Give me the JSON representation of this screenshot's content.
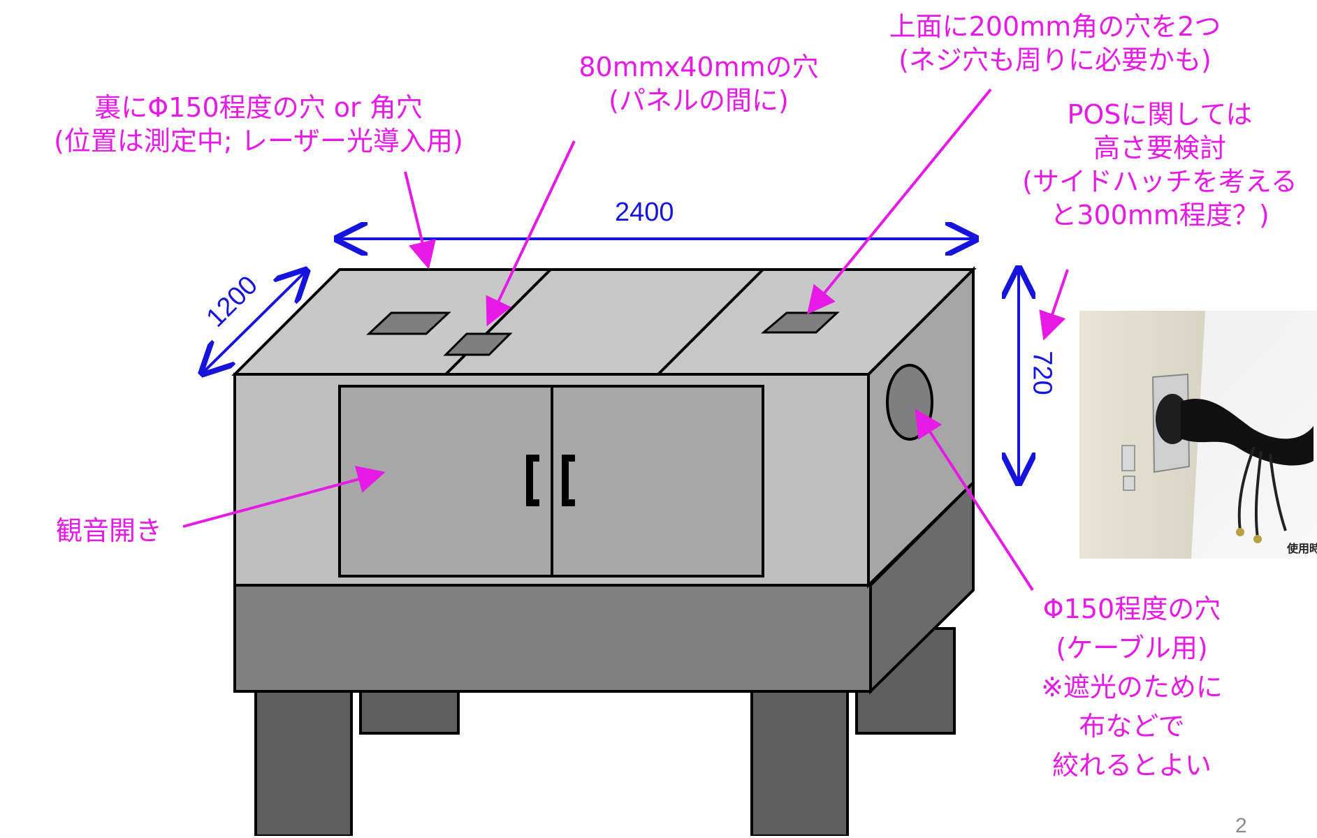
{
  "labels": {
    "back_hole": [
      "裏にΦ150程度の穴 or 角穴",
      "(位置は測定中; レーザー光導入用)"
    ],
    "panel_hole": [
      "80mmx40mmの穴",
      "(パネルの間に)"
    ],
    "top_holes": [
      "上面に200mm角の穴を2つ",
      "(ネジ穴も周りに必要かも)"
    ],
    "pos_note": [
      "POSに関しては",
      "高さ要検討",
      "(サイドハッチを考える",
      "と300mm程度？)"
    ],
    "doors": "観音開き",
    "side_hole": [
      "Φ150程度の穴",
      "(ケーブル用)",
      "※遮光のために",
      "布などで",
      "絞れるとよい"
    ]
  },
  "dimensions": {
    "width": "2400",
    "depth": "1200",
    "height": "720"
  },
  "photo": {
    "caption": "使用時"
  },
  "page_number": "2",
  "colors": {
    "annotation": "#e619e6",
    "dimension": "#1414dc",
    "box_top": "#c8c8c8",
    "box_front": "#bfbfbf",
    "box_side": "#a6a6a6",
    "door": "#a8a8a8",
    "base": "#808080",
    "base_side": "#6b6b6b",
    "legs": "#5f5f5f",
    "hole": "#7f7f7f"
  }
}
